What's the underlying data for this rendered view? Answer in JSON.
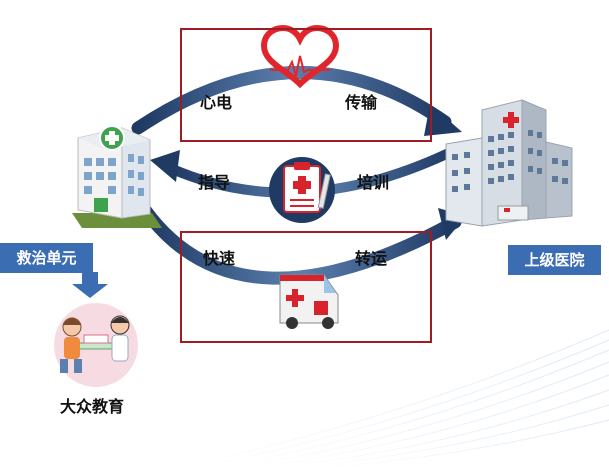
{
  "labels": {
    "ecg": "心电",
    "transmit": "传输",
    "guide": "指导",
    "train": "培训",
    "fast": "快速",
    "transfer": "转运",
    "rescue_unit": "救治单元",
    "upper_hospital": "上级医院",
    "public_education": "大众教育"
  },
  "icons": [
    "heart-ecg-icon",
    "clipboard-icon",
    "ambulance-icon",
    "clinic-building-icon",
    "hospital-building-icon",
    "education-scene-icon",
    "down-arrow-icon"
  ],
  "colors": {
    "arrow": "#2c4770",
    "frame": "#a01c22",
    "label_bg": "#3b6db3",
    "heart": "#e0262c"
  }
}
